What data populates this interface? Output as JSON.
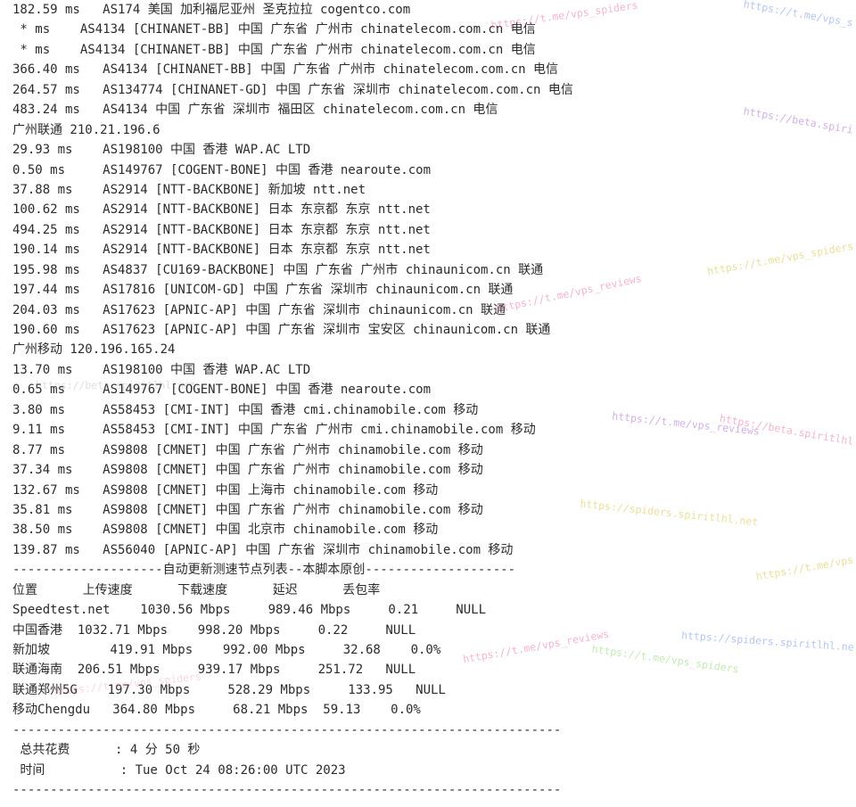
{
  "terminal": {
    "lines": [
      "182.59 ms   AS174 美国 加利福尼亚州 圣克拉拉 cogentco.com",
      " * ms    AS4134 [CHINANET-BB] 中国 广东省 广州市 chinatelecom.com.cn 电信",
      " * ms    AS4134 [CHINANET-BB] 中国 广东省 广州市 chinatelecom.com.cn 电信",
      "366.40 ms   AS4134 [CHINANET-BB] 中国 广东省 广州市 chinatelecom.com.cn 电信",
      "264.57 ms   AS134774 [CHINANET-GD] 中国 广东省 深圳市 chinatelecom.com.cn 电信",
      "483.24 ms   AS4134 中国 广东省 深圳市 福田区 chinatelecom.com.cn 电信",
      "广州联通 210.21.196.6",
      "29.93 ms    AS198100 中国 香港 WAP.AC LTD",
      "0.50 ms     AS149767 [COGENT-BONE] 中国 香港 nearoute.com",
      "37.88 ms    AS2914 [NTT-BACKBONE] 新加坡 ntt.net",
      "100.62 ms   AS2914 [NTT-BACKBONE] 日本 东京都 东京 ntt.net",
      "494.25 ms   AS2914 [NTT-BACKBONE] 日本 东京都 东京 ntt.net",
      "190.14 ms   AS2914 [NTT-BACKBONE] 日本 东京都 东京 ntt.net",
      "195.98 ms   AS4837 [CU169-BACKBONE] 中国 广东省 广州市 chinaunicom.cn 联通",
      "197.44 ms   AS17816 [UNICOM-GD] 中国 广东省 深圳市 chinaunicom.cn 联通",
      "204.03 ms   AS17623 [APNIC-AP] 中国 广东省 深圳市 chinaunicom.cn 联通",
      "190.60 ms   AS17623 [APNIC-AP] 中国 广东省 深圳市 宝安区 chinaunicom.cn 联通",
      "广州移动 120.196.165.24",
      "13.70 ms    AS198100 中国 香港 WAP.AC LTD",
      "0.65 ms     AS149767 [COGENT-BONE] 中国 香港 nearoute.com",
      "3.80 ms     AS58453 [CMI-INT] 中国 香港 cmi.chinamobile.com 移动",
      "9.11 ms     AS58453 [CMI-INT] 中国 广东省 广州市 cmi.chinamobile.com 移动",
      "8.77 ms     AS9808 [CMNET] 中国 广东省 广州市 chinamobile.com 移动",
      "37.34 ms    AS9808 [CMNET] 中国 广东省 广州市 chinamobile.com 移动",
      "132.67 ms   AS9808 [CMNET] 中国 上海市 chinamobile.com 移动",
      "35.81 ms    AS9808 [CMNET] 中国 广东省 广州市 chinamobile.com 移动",
      "38.50 ms    AS9808 [CMNET] 中国 北京市 chinamobile.com 移动",
      "139.87 ms   AS56040 [APNIC-AP] 中国 广东省 深圳市 chinamobile.com 移动",
      "--------------------自动更新测速节点列表--本脚本原创--------------------",
      "位置      上传速度      下载速度      延迟      丢包率",
      "Speedtest.net    1030.56 Mbps     989.46 Mbps     0.21     NULL",
      "中国香港  1032.71 Mbps    998.20 Mbps     0.22     NULL",
      "新加坡        419.91 Mbps    992.00 Mbps     32.68    0.0%",
      "联通海南  206.51 Mbps     939.17 Mbps     251.72   NULL",
      "联通郑州5G    197.30 Mbps     528.29 Mbps     133.95   NULL",
      "移动Chengdu   364.80 Mbps     68.21 Mbps  59.13    0.0%",
      "-------------------------------------------------------------------------",
      " 总共花费      : 4 分 50 秒",
      " 时间          : Tue Oct 24 08:26:00 UTC 2023",
      "-------------------------------------------------------------------------"
    ]
  },
  "watermarks": [
    {
      "text": "https://t.me/vps_spiders",
      "color": "pink"
    },
    {
      "text": "https://t.me/vps_s",
      "color": "blue"
    },
    {
      "text": "https://beta.spiri",
      "color": "purple"
    },
    {
      "text": "https://t.me/vps_spiders",
      "color": "yellow"
    },
    {
      "text": "https://t.me/vps_reviews",
      "color": "pink"
    },
    {
      "text": "https://t.me/vps_reviews",
      "color": "purple"
    },
    {
      "text": "https://beta.spiritlhl",
      "color": "pink"
    },
    {
      "text": "https://spiders.spiritlhl.net",
      "color": "yellow"
    },
    {
      "text": "https://t.me/vps",
      "color": "yellow"
    },
    {
      "text": "https://spiders.spiritlhl.ne",
      "color": "blue"
    },
    {
      "text": "https://t.me/vps_spiders",
      "color": "green"
    },
    {
      "text": "https://t.me/vps_reviews",
      "color": "pink"
    },
    {
      "text": "https://beta.spiritlhl.net",
      "color": "gray"
    },
    {
      "text": "https://t.me/vps_spiders",
      "color": "pink"
    }
  ]
}
